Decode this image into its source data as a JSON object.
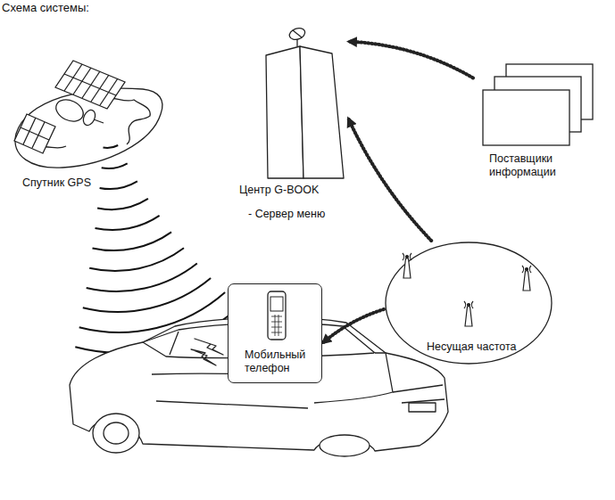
{
  "diagram": {
    "title": "Схема системы:",
    "nodes": [
      {
        "text": [
          "Спутник GPS"
        ]
      },
      {
        "text": [
          "Центр G-BOOK",
          "- Сервер меню"
        ]
      },
      {
        "text": [
          "Поставщики информации"
        ]
      },
      {
        "text": [
          "Несущая частота"
        ]
      },
      {
        "text": [
          "Мобильный телефон"
        ]
      }
    ],
    "edges": [
      {
        "from": 2,
        "to": 1,
        "arrow": "to"
      },
      {
        "from": 3,
        "to": 1,
        "arrow": "to"
      },
      {
        "from": 3,
        "to": 4,
        "arrow": "to"
      }
    ]
  }
}
